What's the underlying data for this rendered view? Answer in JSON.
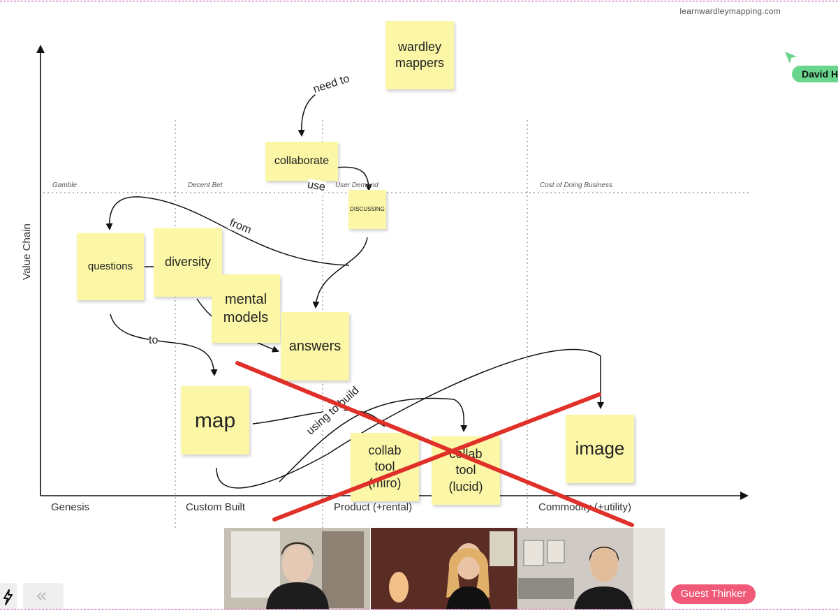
{
  "site_url": "learnwardleymapping.com",
  "axes": {
    "y_label": "Value Chain",
    "stages": [
      "Genesis",
      "Custom Built",
      "Product (+rental)",
      "Commodity (+utility)"
    ],
    "bands": [
      "Gamble",
      "Decent Bet",
      "User Demand",
      "Cost of Doing Business"
    ]
  },
  "stickies": {
    "wardley_mappers": "wardley mappers",
    "collaborate": "collaborate",
    "discussing": "DISCUSSING",
    "questions": "questions",
    "diversity": "diversity",
    "mental_models": "mental models",
    "answers": "answers",
    "map": "map",
    "collab_miro": "collab tool (miro)",
    "collab_lucid": "collab tool (lucid)",
    "image": "image"
  },
  "edge_labels": {
    "need_to": "need to",
    "use": "use",
    "from": "from",
    "to": "to",
    "using_to_build": "using to build"
  },
  "cursor_user": "David H",
  "badge": "Guest Thinker",
  "colors": {
    "sticky": "#fbf7a6",
    "cross_out": "#e0302a",
    "cursor": "#6ad58c",
    "badge": "#f05a78"
  },
  "toolbar": {
    "bolt_icon": "lightning-icon",
    "collapse_icon": "double-chevron-left-icon"
  }
}
